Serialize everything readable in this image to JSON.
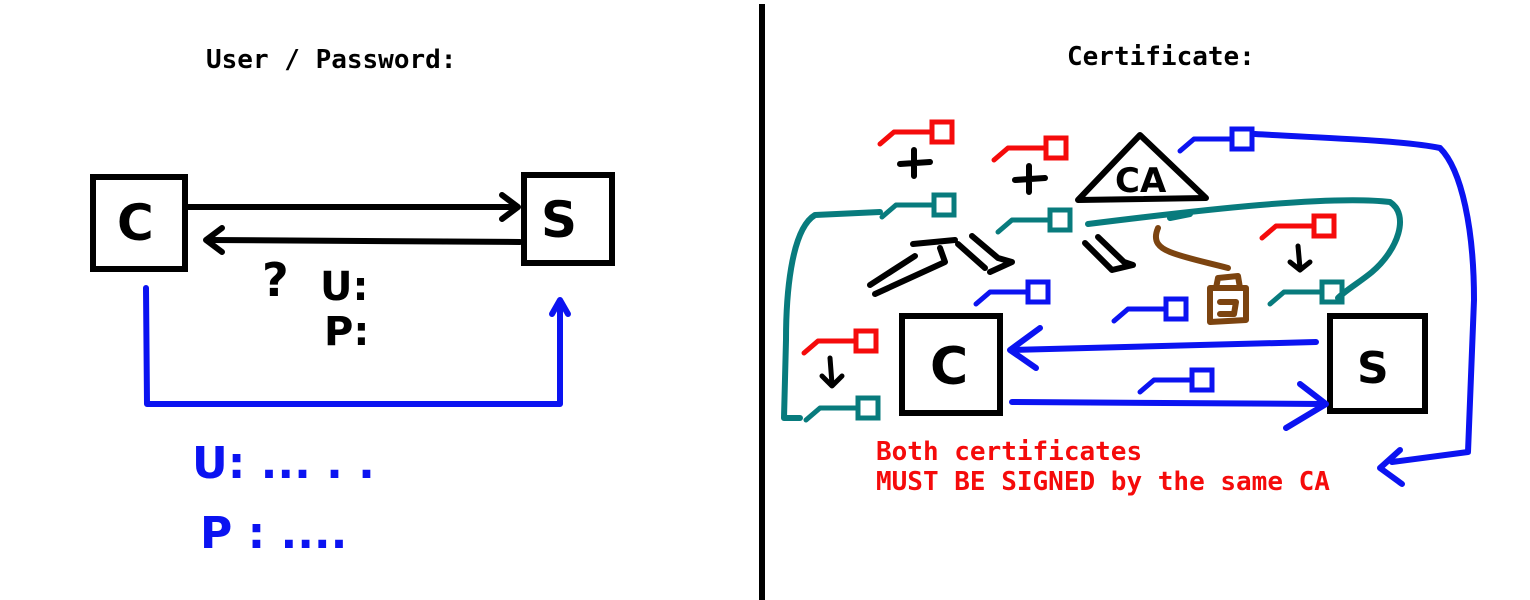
{
  "left_panel": {
    "title": "User / Password:",
    "client_label": "C",
    "server_label": "S",
    "prompt": {
      "question": "?",
      "user": "U:",
      "pass": "P:"
    },
    "credentials": {
      "user": "U: ... . .",
      "pass": "P : ...."
    }
  },
  "right_panel": {
    "title": "Certificate:",
    "ca_label": "CA",
    "client_label": "C",
    "server_label": "S",
    "note_lines": [
      "Both certificates",
      "MUST BE SIGNED by the same CA"
    ]
  },
  "colors": {
    "ink": "#000000",
    "blue": "#0b13f1",
    "teal": "#087b7d",
    "red": "#f50b0b",
    "brown": "#7c4410"
  },
  "icons": [
    "key-icon",
    "lock-icon",
    "arrow-icon"
  ]
}
